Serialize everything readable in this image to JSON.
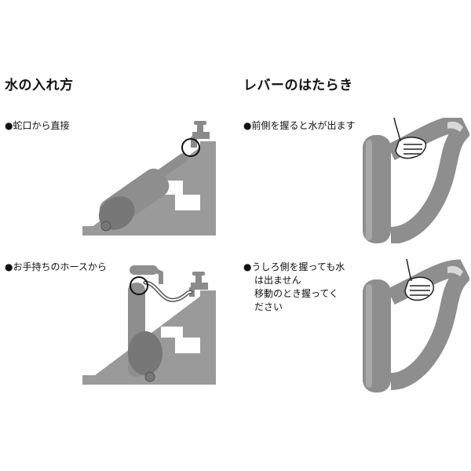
{
  "left": {
    "heading": "水の入れ方",
    "item1": "●蛇口から直接",
    "item2": "●お手持ちのホースから"
  },
  "right": {
    "heading": "レバーのはたらき",
    "item1": "●前側を握ると水が出ます",
    "item2_line1": "●うしろ側を握っても水",
    "item2_line2": "は出ません",
    "item2_line3": "移動のとき握ってく",
    "item2_line4": "ださい"
  },
  "colors": {
    "device": "#8e8e8e",
    "device_dark": "#6f6f6f",
    "wall": "#9a9a9a",
    "accent": "#111111"
  },
  "icons": [
    "faucet-icon",
    "hose-icon",
    "hand-icon",
    "handle-icon"
  ]
}
